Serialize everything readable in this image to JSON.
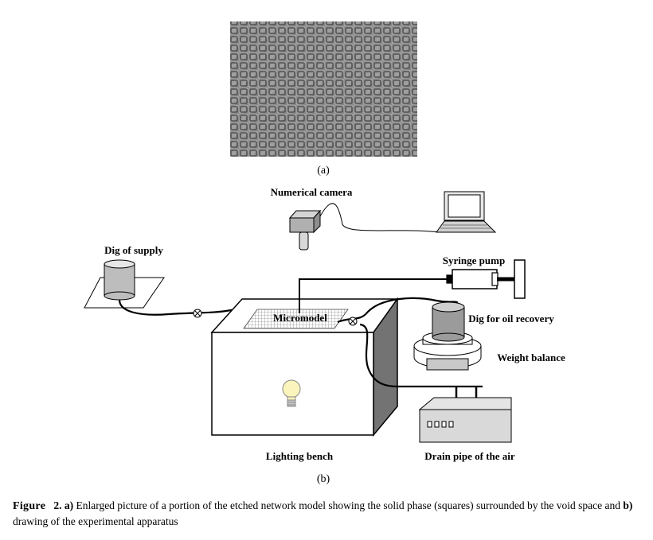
{
  "figure": {
    "subfig_a_label": "(a)",
    "subfig_b_label": "(b)",
    "labels": {
      "camera": "Numerical camera",
      "supply": "Dig of supply",
      "syringe": "Syringe pump",
      "micromodel": "Micromodel",
      "oil_recovery": "Dig for oil recovery",
      "balance": "Weight balance",
      "bench": "Lighting bench",
      "drain": "Drain pipe of the air"
    }
  },
  "caption": {
    "figure_word": "Figure",
    "figure_number": "2.",
    "part_a": "a)",
    "text_a": " Enlarged picture of a portion of the etched network model showing the solid phase (squares) surrounded by the void space and ",
    "part_b": "b)",
    "text_b": " drawing of the experimental apparatus"
  }
}
